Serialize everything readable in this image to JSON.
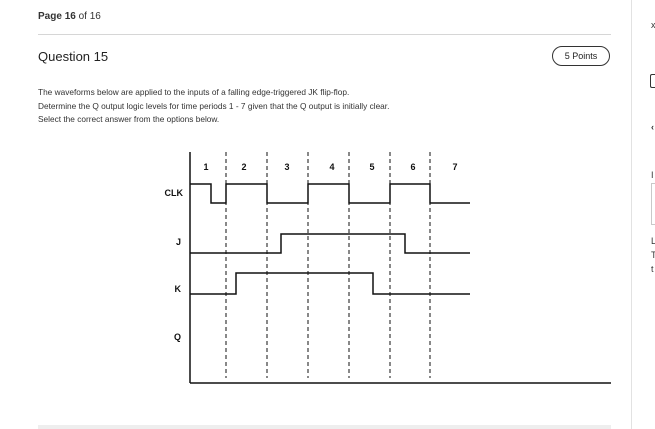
{
  "page": {
    "prefix": "Page",
    "current": "16",
    "separator": "of",
    "total": "16"
  },
  "question": {
    "title": "Question 15",
    "points": "5 Points",
    "lines": [
      "The waveforms below are applied to the inputs of a falling edge-triggered JK flip-flop.",
      "Determine the Q output logic levels for time periods 1 - 7 given that the Q output is initially clear.",
      "Select the correct answer from the options below."
    ]
  },
  "diagram": {
    "period_labels": [
      "1",
      "2",
      "3",
      "4",
      "5",
      "6",
      "7"
    ],
    "signals": [
      "CLK",
      "J",
      "K",
      "Q"
    ]
  },
  "right_pane": {
    "fragments": [
      "x",
      "I",
      "L",
      "T",
      "t"
    ]
  }
}
